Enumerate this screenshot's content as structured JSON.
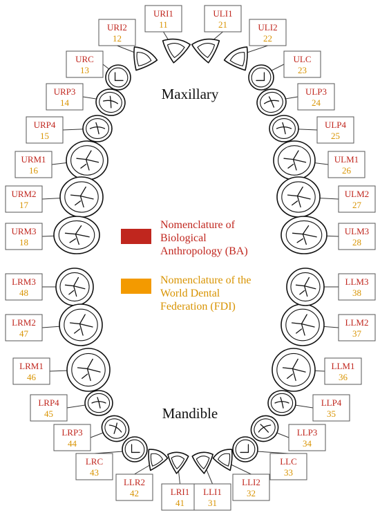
{
  "titles": {
    "upper": "Maxillary",
    "lower": "Mandible"
  },
  "legend": {
    "ba": {
      "lines": [
        "Nomenclature of",
        "Biological",
        "Anthropology (BA)"
      ],
      "color": "#c0261e"
    },
    "fdi": {
      "lines": [
        "Nomenclature of the",
        "World Dental",
        "Federation (FDI)"
      ],
      "color": "#f39a00"
    }
  },
  "colors": {
    "ba_text": "#c0261e",
    "fdi_text": "#d89300",
    "outline": "#111111"
  },
  "teeth": [
    {
      "ba": "URI1",
      "fdi": "11",
      "kind": "incisor"
    },
    {
      "ba": "URI2",
      "fdi": "12",
      "kind": "incisor"
    },
    {
      "ba": "URC",
      "fdi": "13",
      "kind": "canine"
    },
    {
      "ba": "URP3",
      "fdi": "14",
      "kind": "premolar"
    },
    {
      "ba": "URP4",
      "fdi": "15",
      "kind": "premolar"
    },
    {
      "ba": "URM1",
      "fdi": "16",
      "kind": "molar"
    },
    {
      "ba": "URM2",
      "fdi": "17",
      "kind": "molar"
    },
    {
      "ba": "URM3",
      "fdi": "18",
      "kind": "molar"
    },
    {
      "ba": "ULI1",
      "fdi": "21",
      "kind": "incisor"
    },
    {
      "ba": "ULI2",
      "fdi": "22",
      "kind": "incisor"
    },
    {
      "ba": "ULC",
      "fdi": "23",
      "kind": "canine"
    },
    {
      "ba": "ULP3",
      "fdi": "24",
      "kind": "premolar"
    },
    {
      "ba": "ULP4",
      "fdi": "25",
      "kind": "premolar"
    },
    {
      "ba": "ULM1",
      "fdi": "26",
      "kind": "molar"
    },
    {
      "ba": "ULM2",
      "fdi": "27",
      "kind": "molar"
    },
    {
      "ba": "ULM3",
      "fdi": "28",
      "kind": "molar"
    },
    {
      "ba": "LRM3",
      "fdi": "48",
      "kind": "molar"
    },
    {
      "ba": "LRM2",
      "fdi": "47",
      "kind": "molar"
    },
    {
      "ba": "LRM1",
      "fdi": "46",
      "kind": "molar"
    },
    {
      "ba": "LRP4",
      "fdi": "45",
      "kind": "premolar"
    },
    {
      "ba": "LRP3",
      "fdi": "44",
      "kind": "premolar"
    },
    {
      "ba": "LRC",
      "fdi": "43",
      "kind": "canine"
    },
    {
      "ba": "LLR2",
      "fdi": "42",
      "kind": "incisor"
    },
    {
      "ba": "LRI1",
      "fdi": "41",
      "kind": "incisor"
    },
    {
      "ba": "LLI1",
      "fdi": "31",
      "kind": "incisor"
    },
    {
      "ba": "LLI2",
      "fdi": "32",
      "kind": "incisor"
    },
    {
      "ba": "LLC",
      "fdi": "33",
      "kind": "canine"
    },
    {
      "ba": "LLP3",
      "fdi": "34",
      "kind": "premolar"
    },
    {
      "ba": "LLP4",
      "fdi": "35",
      "kind": "premolar"
    },
    {
      "ba": "LLM1",
      "fdi": "36",
      "kind": "molar"
    },
    {
      "ba": "LLM2",
      "fdi": "37",
      "kind": "molar"
    },
    {
      "ba": "LLM3",
      "fdi": "38",
      "kind": "molar"
    }
  ]
}
